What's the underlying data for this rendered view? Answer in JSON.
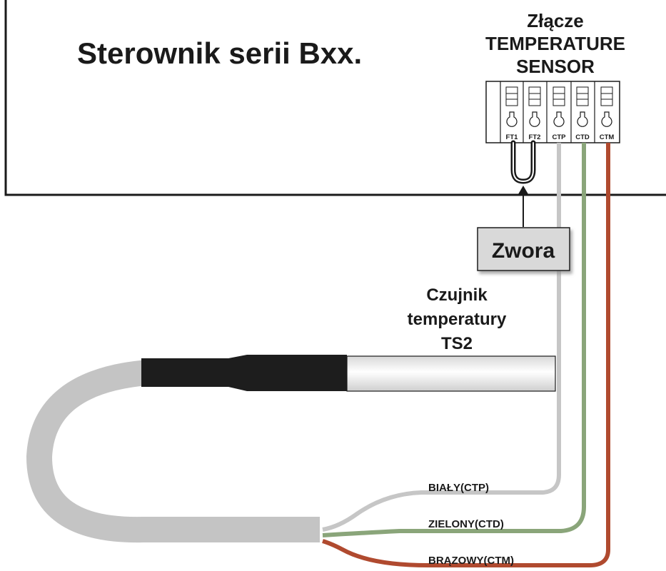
{
  "controller": {
    "title": "Sterownik serii Bxx."
  },
  "connector": {
    "label_line1": "Złącze",
    "label_line2": "TEMPERATURE",
    "label_line3": "SENSOR",
    "terminals": [
      "FT1",
      "FT2",
      "CTP",
      "CTD",
      "CTM"
    ]
  },
  "jumper": {
    "label": "Zwora"
  },
  "sensor": {
    "label_line1": "Czujnik",
    "label_line2": "temperatury",
    "label_line3": "TS2"
  },
  "wires": [
    {
      "label": "BIAŁY(CTP)",
      "color": "#c6c6c6"
    },
    {
      "label": "ZIELONY(CTD)",
      "color": "#8aa57a"
    },
    {
      "label": "BRĄZOWY(CTM)",
      "color": "#b04a2f"
    }
  ],
  "colors": {
    "cable": "#c4c4c4",
    "sleeve": "#1d1d1d",
    "jumper": "#1a1a1a",
    "zwora_box": "#d9d9d9"
  }
}
